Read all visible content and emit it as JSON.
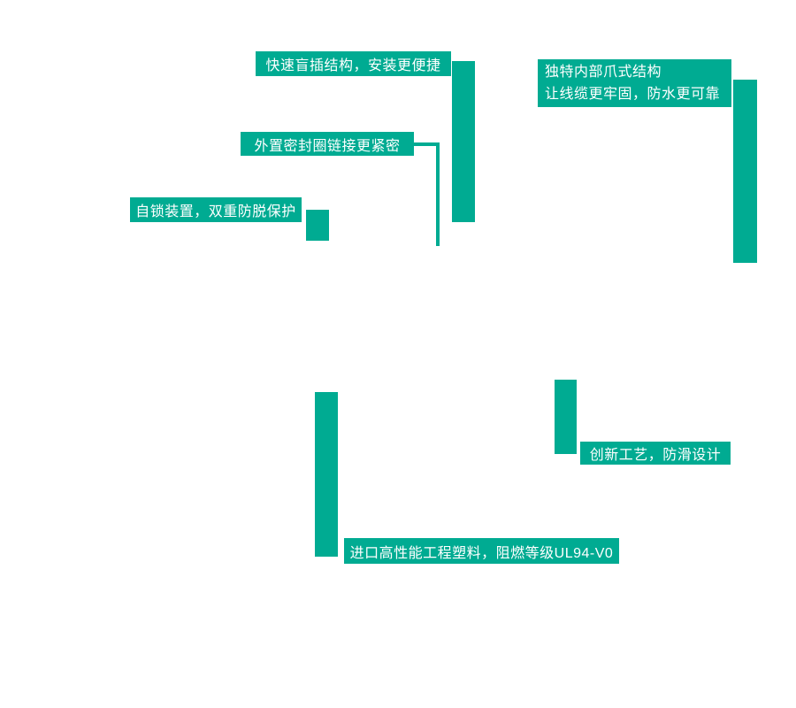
{
  "colors": {
    "accent": "#00ab92",
    "label_text": "#ffffff",
    "background": "#ffffff"
  },
  "callouts": {
    "quick_blind_plug": {
      "label": "快速盲插结构，安装更便捷"
    },
    "outer_seal_ring": {
      "label": "外置密封圈链接更紧密"
    },
    "self_locking": {
      "label": "自锁装置，双重防脱保护"
    },
    "inner_claw": {
      "label_line1": "独特内部爪式结构",
      "label_line2": "让线缆更牢固，防水更可靠"
    },
    "anti_slip": {
      "label": "创新工艺，防滑设计"
    },
    "material": {
      "label": "进口高性能工程塑料，阻燃等级UL94-V0"
    }
  }
}
